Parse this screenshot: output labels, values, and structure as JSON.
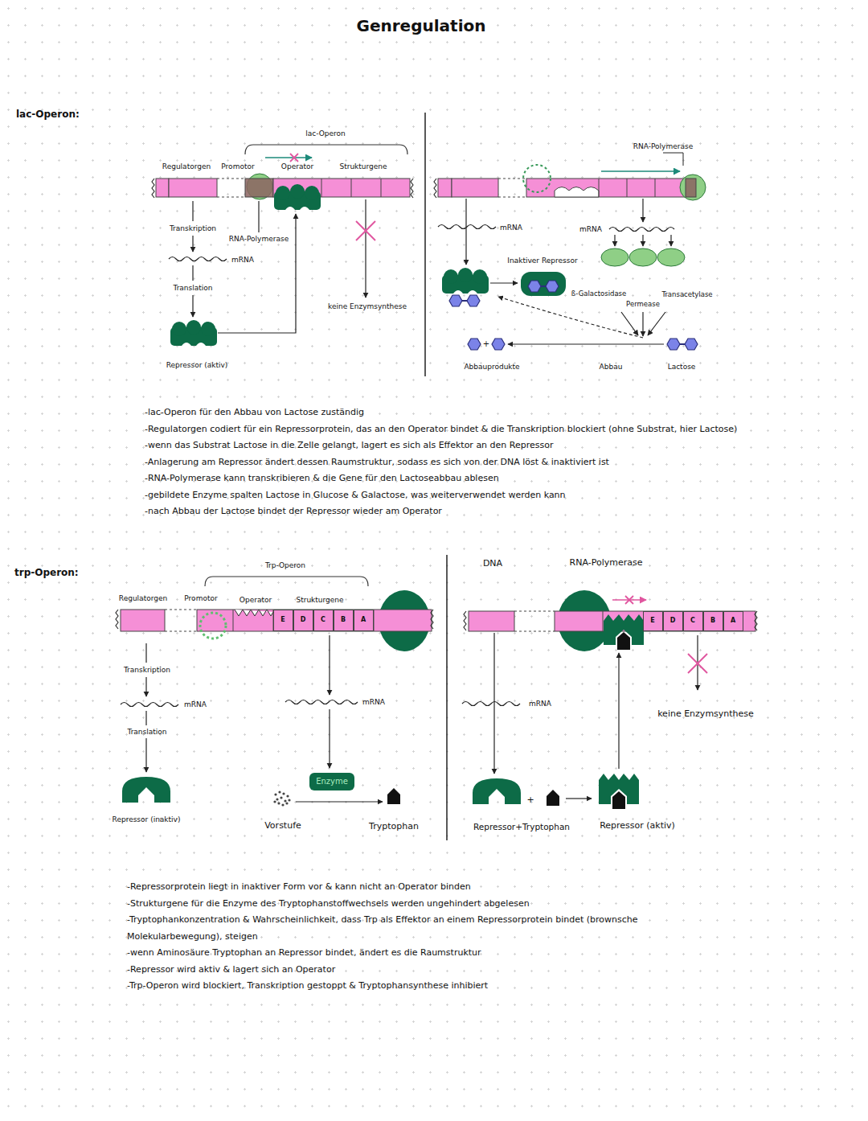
{
  "diagram": {
    "title": "Genregulation",
    "nodes": [
      {
        "text": [
          "E"
        ]
      },
      {
        "text": [
          "D"
        ]
      },
      {
        "text": [
          "C"
        ]
      },
      {
        "text": [
          "B"
        ]
      },
      {
        "text": [
          "A"
        ]
      },
      {
        "text": [
          "Enzyme"
        ]
      },
      {
        "text": [
          "E"
        ]
      },
      {
        "text": [
          "D"
        ]
      },
      {
        "text": [
          "C"
        ]
      },
      {
        "text": [
          "B"
        ]
      },
      {
        "text": [
          "A"
        ]
      }
    ],
    "labels": [
      "lac-Operon:",
      "lac-Operon",
      "Regulatorgen",
      "Promotor",
      "Operator",
      "Strukturgene",
      "Transkription",
      "RNA-Polymerase",
      "mRNA",
      "Translation",
      "keine Enzymsynthese",
      "Repressor (aktiv)",
      "RNA-Polymerase",
      "mRNA",
      "mRNA",
      "Inaktiver Repressor",
      "ß-Galactosidase",
      "Permease",
      "Transacetylase",
      "+",
      "Abbauprodukte",
      "Abbau",
      "Lactose",
      "-lac-Operon für den Abbau von Lactose zuständig",
      "-Regulatorgen codiert für ein Repressorprotein, das an den Operator bindet & die Transkription blockiert (ohne Substrat, hier Lactose)",
      "-wenn das Substrat Lactose in die Zelle gelangt, lagert es sich als Effektor an den Repressor",
      "-Anlagerung am Repressor ändert dessen Raumstruktur, sodass es sich von der DNA löst & inaktiviert ist",
      "-RNA-Polymerase kann transkribieren & die Gene für den Lactoseabbau ablesen",
      "-gebildete Enzyme spalten Lactose in Glucose & Galactose, was weiterverwendet werden kann",
      "-nach Abbau der Lactose bindet der Repressor wieder am Operator",
      "trp-Operon:",
      "Trp-Operon",
      "Regulatorgen",
      "Promotor",
      "Operator",
      "Strukturgene",
      "Transkription",
      "mRNA",
      "Translation",
      "Repressor (inaktiv)",
      "mRNA",
      "Vorstufe",
      "Tryptophan",
      "DNA",
      "RNA-Polymerase",
      "mRNA",
      "keine Enzymsynthese",
      "+",
      "Repressor+Tryptophan",
      "Repressor (aktiv)",
      "-Repressorprotein liegt in inaktiver Form vor & kann nicht an Operator binden",
      "-Strukturgene für die Enzyme des Tryptophanstoffwechsels werden ungehindert abgelesen",
      "-Tryptophankonzentration & Wahrscheinlichkeit, dass Trp als Effektor an einem Repressorprotein bindet (brownsche Molekularbewegung), steigen",
      "-wenn Aminosäure Tryptophan an Repressor bindet, ändert es die Raumstruktur",
      "-Repressor wird aktiv & lagert sich an Operator",
      "-Trp-Operon wird blockiert, Transkription gestoppt & Tryptophansynthese inhibiert"
    ]
  }
}
